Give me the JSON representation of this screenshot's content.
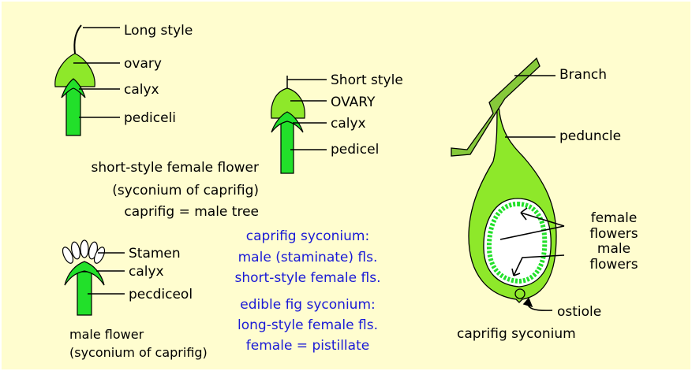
{
  "labels": {
    "long_style": "Long style",
    "ovary": "ovary",
    "calyx_1": "calyx",
    "pediceli": "pediceli",
    "short_style": "Short style",
    "ovary_caps": "OVARY",
    "calyx_2": "calyx",
    "pedicel": "pedicel",
    "stamen": "Stamen",
    "calyx_3": "calyx",
    "pecdiceol": "pecdiceol",
    "branch": "Branch",
    "peduncle": "peduncle",
    "female_flowers_1": "female",
    "female_flowers_2": "flowers",
    "male_flowers_1": "male",
    "male_flowers_2": "flowers",
    "ostiole": "ostiole"
  },
  "captions": {
    "short_style_1": "short-style female flower",
    "short_style_2": "(syconium of caprifig)",
    "short_style_3": "caprifig = male tree",
    "male_flower_1": "male flower",
    "male_flower_2": "(syconium of caprifig)",
    "caprifig_syconium": "caprifig syconium"
  },
  "notes": {
    "caprifig_1": "caprifig syconium:",
    "caprifig_2": "male (staminate) fls.",
    "caprifig_3": "short-style female fls.",
    "edible_1": "edible fig syconium:",
    "edible_2": "long-style female fls.",
    "edible_3": "female = pistillate"
  },
  "colors": {
    "background": "#fffdcf",
    "plant_green": "#8ee82a",
    "bright_green": "#22e02a",
    "branch_green": "#86c93a",
    "note_blue": "#1a1ad6"
  }
}
